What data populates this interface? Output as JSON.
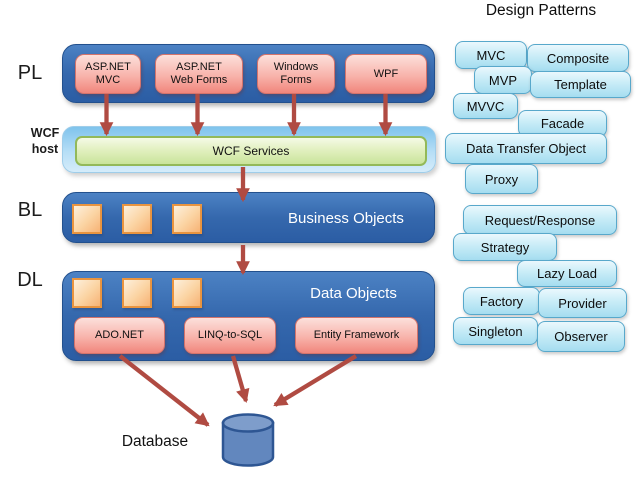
{
  "diagram": {
    "title": "Design Patterns",
    "layers": {
      "pl": {
        "label": "PL",
        "components": [
          "ASP.NET\nMVC",
          "ASP.NET\nWeb Forms",
          "Windows\nForms",
          "WPF"
        ]
      },
      "wcf_host": {
        "label": "WCF\nhost",
        "service_bar": "WCF Services"
      },
      "bl": {
        "label": "BL",
        "box_title": "Business Objects"
      },
      "dl": {
        "label": "DL",
        "box_title": "Data Objects",
        "components": [
          "ADO.NET",
          "LINQ-to-SQL",
          "Entity Framework"
        ]
      }
    },
    "database_label": "Database",
    "patterns": [
      "MVC",
      "Composite",
      "MVP",
      "Template",
      "MVVC",
      "Facade",
      "Data Transfer Object",
      "Proxy",
      "Request/Response",
      "Strategy",
      "Lazy Load",
      "Factory",
      "Provider",
      "Singleton",
      "Observer"
    ],
    "colors": {
      "layer_box_blue": "#3568ad",
      "host_container_blue": "#b6def6",
      "service_bar_green": "#d5e9ab",
      "component_pink": "#f5a09a",
      "square_orange": "#f7b274",
      "pattern_cyan": "#b9e4f2",
      "arrow_red": "#b04b42",
      "database_blue": "#6287be",
      "layer_title_text": "#ffffff"
    }
  }
}
